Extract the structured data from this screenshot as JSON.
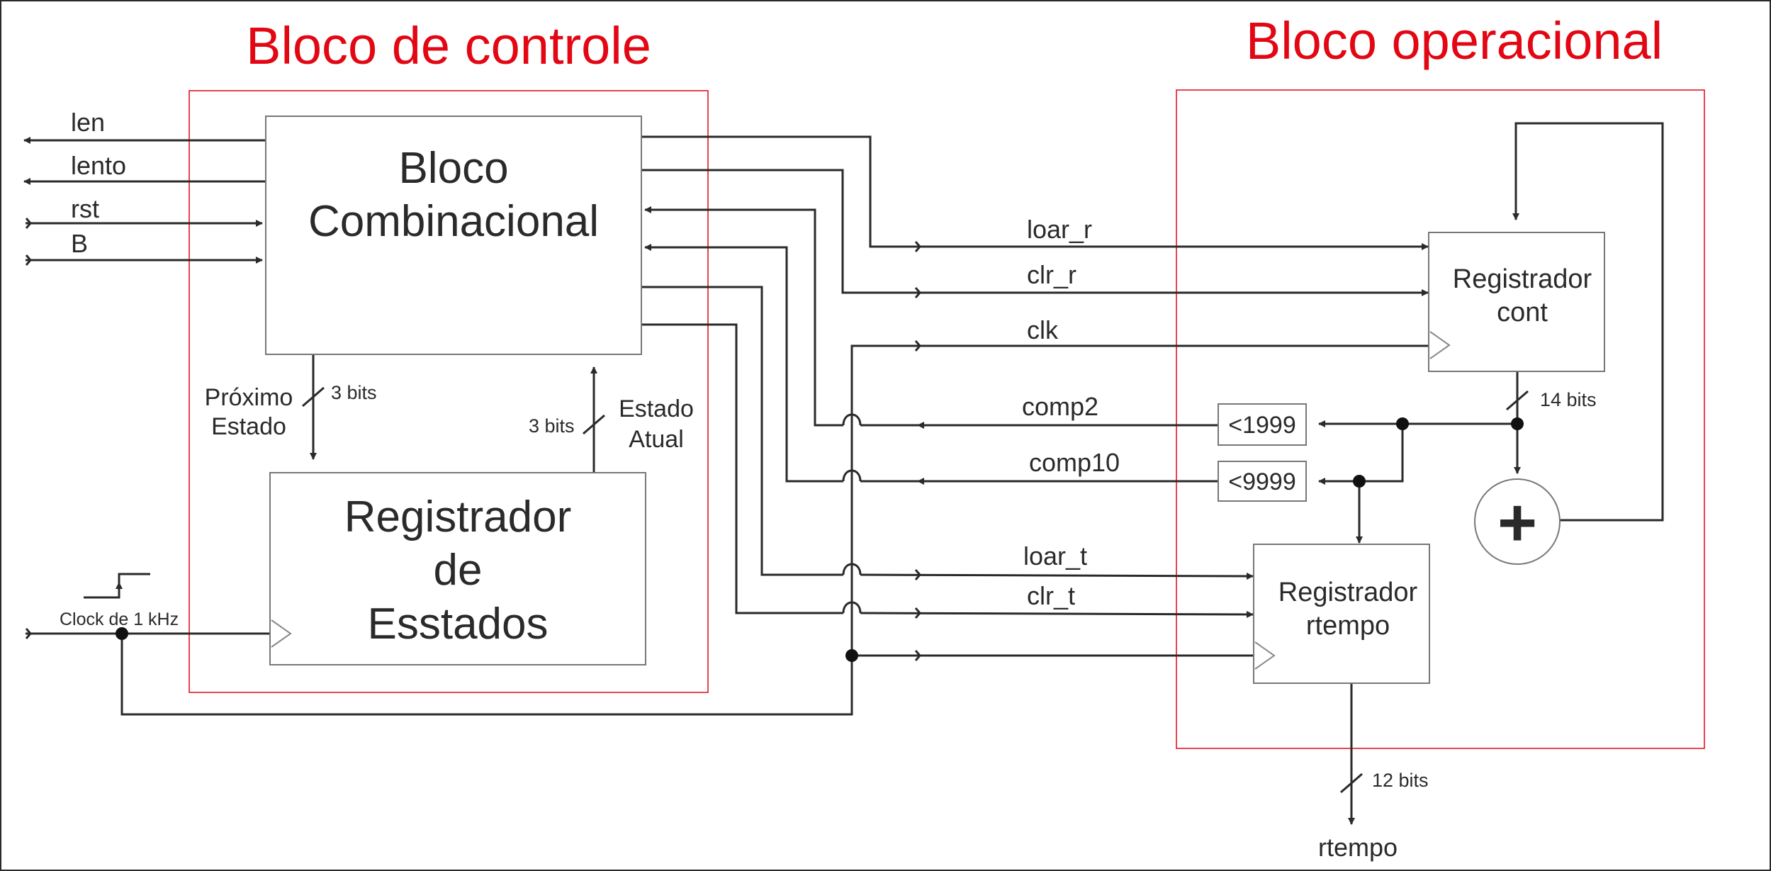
{
  "titles": {
    "control": "Bloco de controle",
    "operational": "Bloco operacional"
  },
  "blocks": {
    "comb_line1": "Bloco",
    "comb_line2": "Combinacional",
    "reg_est_line1": "Registrador",
    "reg_est_line2": "de",
    "reg_est_line3": "Esstados",
    "reg_cont_line1": "Registrador",
    "reg_cont_line2": "cont",
    "reg_rtempo_line1": "Registrador",
    "reg_rtempo_line2": "rtempo",
    "comp_1999": "<1999",
    "comp_9999": "<9999",
    "adder": "+"
  },
  "signals": {
    "len": "len",
    "lento": "lento",
    "rst": "rst",
    "b": "B",
    "loar_r": "loar_r",
    "clr_r": "clr_r",
    "clk": "clk",
    "comp2": "comp2",
    "comp10": "comp10",
    "loar_t": "loar_t",
    "clr_t": "clr_t",
    "rtempo": "rtempo",
    "clock_label": "Clock de 1 kHz"
  },
  "bus_labels": {
    "next_state_1": "Próximo",
    "next_state_2": "Estado",
    "bits_next": "3 bits",
    "bits_current": "3 bits",
    "current_state_1": "Estado",
    "current_state_2": "Atual",
    "bits_cont": "14 bits",
    "bits_rtempo": "12 bits"
  },
  "colors": {
    "title": "#e30613",
    "region_border": "#e30613",
    "wire": "#2a2a2a",
    "box_border": "#777777"
  }
}
